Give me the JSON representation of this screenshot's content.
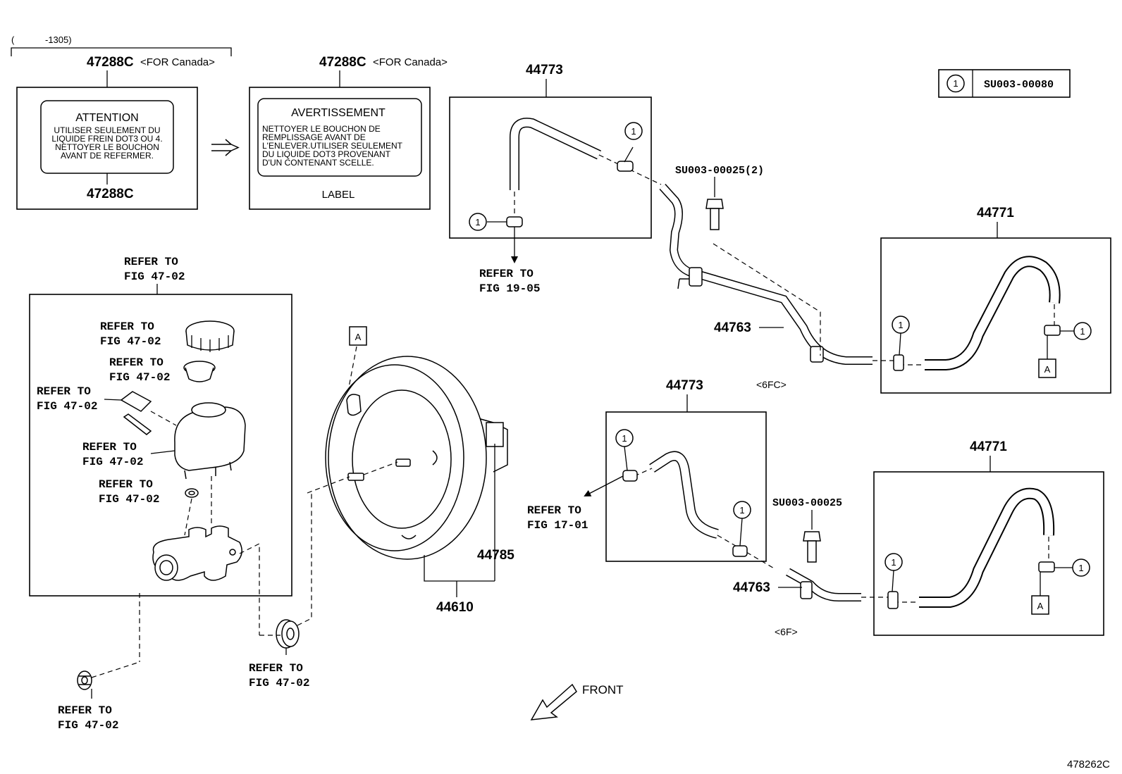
{
  "header": {
    "range_open": "(",
    "range_value": "-1305)"
  },
  "legend": {
    "circle_num": "1",
    "code": "SU003-00080"
  },
  "labels": {
    "original": {
      "part": "47288C",
      "note": "<FOR Canada>",
      "title": "ATTENTION",
      "lines": [
        "UTILISER SEULEMENT DU",
        "LIQUIDE FREIN DOT3 OU 4.",
        "NETTOYER LE BOUCHON",
        "AVANT DE REFERMER."
      ],
      "bottom_part": "47288C"
    },
    "new": {
      "part": "47288C",
      "note": "<FOR Canada>",
      "title": "AVERTISSEMENT",
      "lines": [
        "NETTOYER LE BOUCHON DE",
        "REMPLISSAGE AVANT DE",
        "L'ENLEVER.UTILISER SEULEMENT",
        "DU LIQUIDE DOT3 PROVENANT",
        "D'UN CONTENANT SCELLE."
      ],
      "caption": "LABEL"
    }
  },
  "parts": {
    "hose_44773_upper": "44773",
    "hose_44773_lower": "44773",
    "hose_44771_upper": "44771",
    "hose_44771_lower": "44771",
    "pipe_44763_upper": "44763",
    "pipe_44763_lower": "44763",
    "booster_44785": "44785",
    "booster_44610": "44610"
  },
  "codes": {
    "bolt_upper": "SU003-00025(2)",
    "bolt_lower": "SU003-00025"
  },
  "variants": {
    "upper": "<6FC>",
    "lower": "<6F>"
  },
  "refs": {
    "master_header": [
      "REFER TO",
      "FIG 47-02"
    ],
    "cap": [
      "REFER TO",
      "FIG 47-02"
    ],
    "strainer": [
      "REFER TO",
      "FIG 47-02"
    ],
    "reservoir_seal": [
      "REFER TO",
      "FIG 47-02"
    ],
    "reservoir": [
      "REFER TO",
      "FIG 47-02"
    ],
    "grommet": [
      "REFER TO",
      "FIG 47-02"
    ],
    "gasket": [
      "REFER TO",
      "FIG 47-02"
    ],
    "nut": [
      "REFER TO",
      "FIG 47-02"
    ],
    "fig_19_05": [
      "REFER TO",
      "FIG 19-05"
    ],
    "fig_17_01": [
      "REFER TO",
      "FIG 17-01"
    ]
  },
  "markers": {
    "callout": "1",
    "connector": "A"
  },
  "front": "FRONT",
  "figure_id": "478262C"
}
